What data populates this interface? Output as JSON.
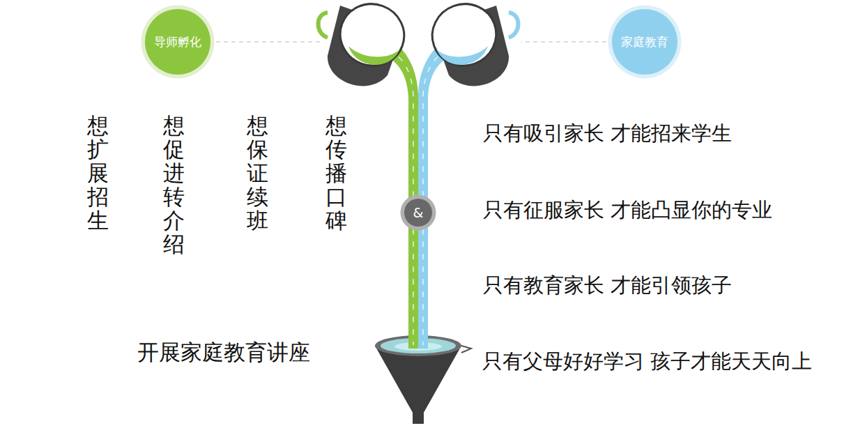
{
  "diagram": {
    "nodes": [
      {
        "text": [
          "导师孵化"
        ]
      },
      {
        "text": [
          "家庭教育"
        ]
      },
      {
        "text": [
          "&"
        ]
      }
    ],
    "labels": [
      "想扩展招生",
      "想促进转介绍",
      "想保证续班",
      "想传播口碑",
      "只有吸引家长 才能招来学生",
      "只有征服家长 才能凸显你的专业",
      "只有教育家长 才能引领孩子",
      "开展家庭教育讲座",
      "只有父母好好学习 孩子才能天天向上"
    ]
  }
}
